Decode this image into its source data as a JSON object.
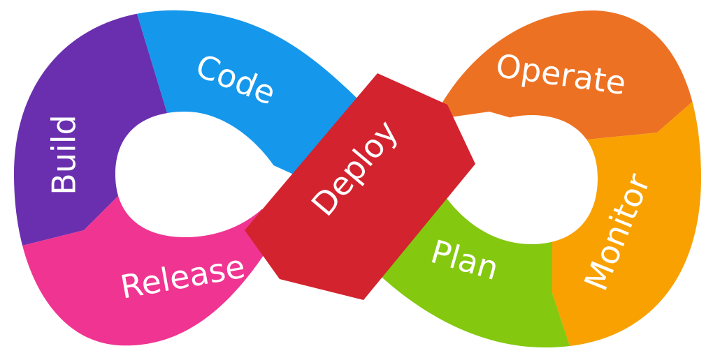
{
  "diagram": {
    "stages": [
      {
        "key": "build",
        "label": "Build",
        "color": "#6a2fae"
      },
      {
        "key": "code",
        "label": "Code",
        "color": "#1597ec"
      },
      {
        "key": "deploy",
        "label": "Deploy",
        "color": "#d3232e"
      },
      {
        "key": "operate",
        "label": "Operate",
        "color": "#ed7123"
      },
      {
        "key": "monitor",
        "label": "Monitor",
        "color": "#f9a100"
      },
      {
        "key": "plan",
        "label": "Plan",
        "color": "#84c80f"
      },
      {
        "key": "release",
        "label": "Release",
        "color": "#f03491"
      }
    ]
  }
}
